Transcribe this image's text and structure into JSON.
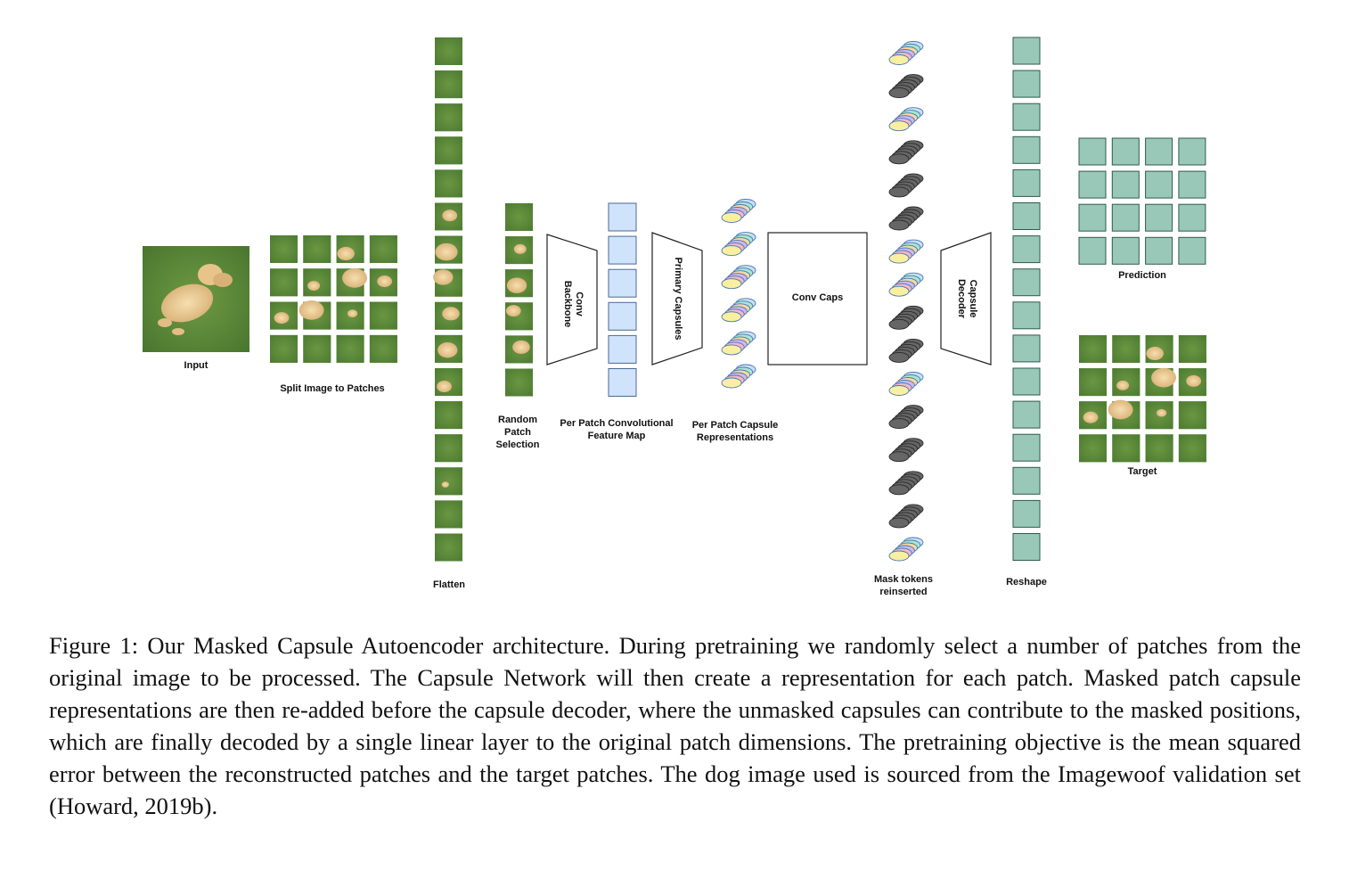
{
  "labels": {
    "input": "Input",
    "split": "Split Image to Patches",
    "flatten": "Flatten",
    "random_selection": "Random\nPatch\nSelection",
    "conv_backbone": "Conv\nBackbone",
    "feature_map": "Per Patch Convolutional\nFeature Map",
    "primary_capsules": "Primary Capsules",
    "capsule_reps": "Per Patch Capsule\nRepresentations",
    "conv_caps": "Conv Caps",
    "mask_tokens": "Mask tokens\nreinserted",
    "capsule_decoder": "Capsule\nDecoder",
    "reshape": "Reshape",
    "prediction": "Prediction",
    "target": "Target"
  },
  "caption": "Figure 1: Our Masked Capsule Autoencoder architecture. During pretraining we randomly select a number of patches from the original image to be processed. The Capsule Network will then create a representation for each patch. Masked patch capsule representations are then re-added before the capsule decoder, where the unmasked capsules can contribute to the masked positions, which are finally decoded by a single linear layer to the original patch dimensions. The pretraining objective is the mean squared error between the reconstructed patches and the target patches. The dog image used is sourced from the Imagewoof validation set (Howard, 2019b).",
  "colors": {
    "grass": "#5a8a3a",
    "dog": "#e2c28c",
    "feature_map": "#cfe3fb",
    "feature_map_border": "#4a6a95",
    "prediction": "#99c8b8",
    "prediction_border": "#2e5a4e",
    "mask_token": "#666666",
    "capsule_colors": [
      "#f8f0a0",
      "#f5b8c8",
      "#cdb8f0",
      "#f8d8a0",
      "#a8e8d0",
      "#c8e0f8"
    ]
  },
  "sequence": {
    "flatten_patch_count": 16,
    "selected_patch_count": 6,
    "capsule_stack_count": 6,
    "mask_tokens_pattern": [
      "C",
      "M",
      "C",
      "M",
      "M",
      "M",
      "C",
      "C",
      "M",
      "M",
      "C",
      "M",
      "M",
      "M",
      "M",
      "C"
    ],
    "reshape_count": 16
  }
}
